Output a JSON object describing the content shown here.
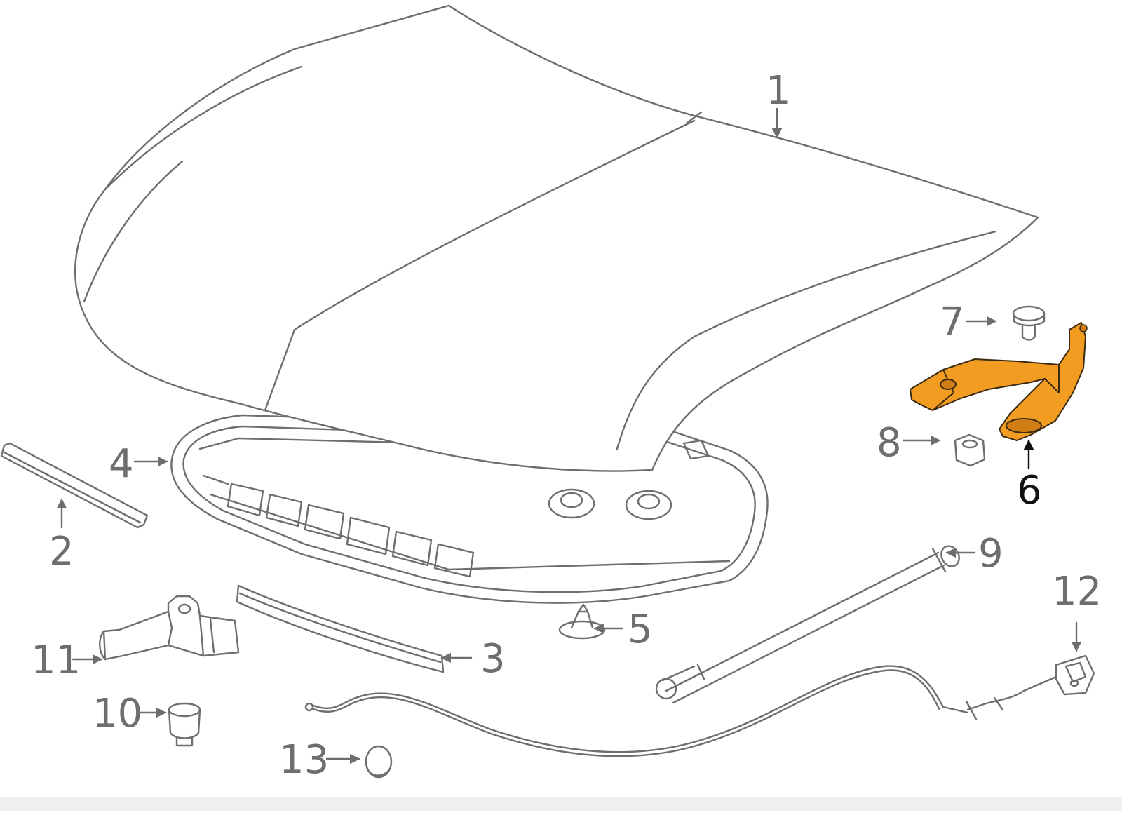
{
  "colors": {
    "line": "#6e6e6e",
    "label": "#6e6e6e",
    "highlight_fill": "#f39c22",
    "highlight_label": "#111111",
    "background": "#ffffff"
  },
  "diagram": {
    "highlighted_part": "6",
    "callouts": {
      "c1": "1",
      "c2": "2",
      "c3": "3",
      "c4": "4",
      "c5": "5",
      "c6": "6",
      "c7": "7",
      "c8": "8",
      "c9": "9",
      "c10": "10",
      "c11": "11",
      "c12": "12",
      "c13": "13"
    }
  }
}
